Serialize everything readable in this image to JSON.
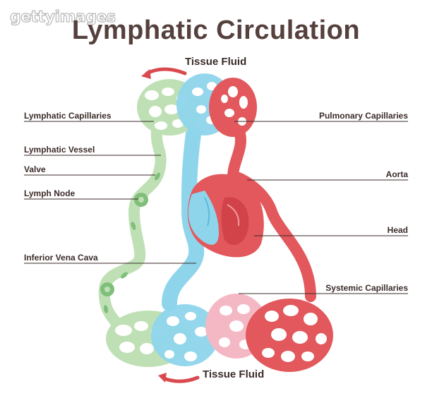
{
  "watermark": "gettyimages",
  "title": "Lymphatic Circulation",
  "tissue_fluid_top": "Tissue Fluid",
  "tissue_fluid_bottom": "Tissue Fluid",
  "labels_left": {
    "lymphatic_capillaries": "Lymphatic Capillaries",
    "lymphatic_vessel": "Lymphatic Vessel",
    "valve": "Valve",
    "lymph_node": "Lymph Node",
    "inferior_vena_cava": "Inferior Vena Cava"
  },
  "labels_right": {
    "pulmonary_capillaries": "Pulmonary Capillaries",
    "aorta": "Aorta",
    "head": "Head",
    "systemic_capillaries": "Systemic Capillaries"
  },
  "colors": {
    "lymph_green": "#bfe0b5",
    "lymph_green_dark": "#7fbf7a",
    "venous_blue": "#8ed5ec",
    "arterial_red": "#e2585c",
    "mixed_pink": "#f4b8c4",
    "title": "#55403d",
    "text": "#3b2b29"
  }
}
